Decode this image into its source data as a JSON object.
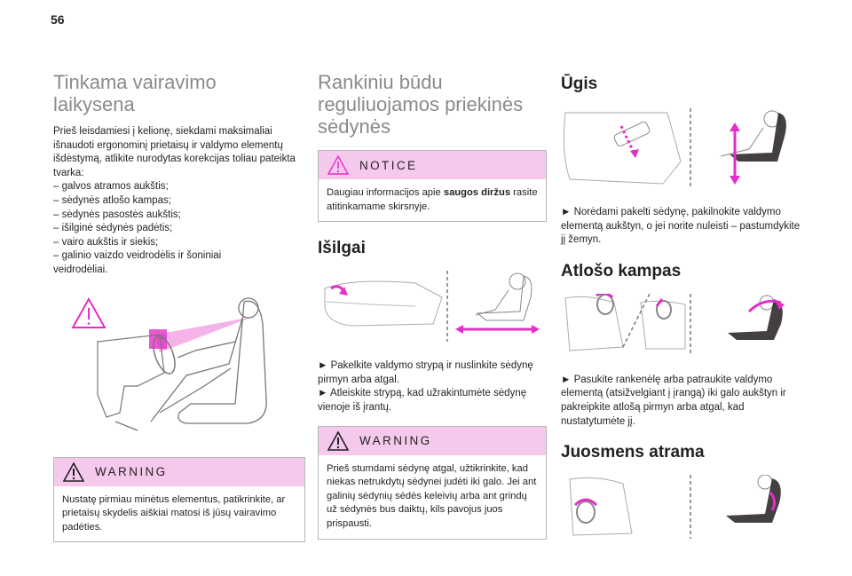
{
  "page": {
    "number": "56"
  },
  "col1": {
    "title_line1": "Tinkama vairavimo",
    "title_line2": "laikysena",
    "intro": "Prieš leisdamiesi į kelionę, siekdami maksimaliai išnaudoti ergonominį prietaisų ir valdymo elementų išdėstymą, atlikite nurodytas korekcijas toliau pateikta tvarka:",
    "items": [
      "– galvos atramos aukštis;",
      "– sėdynės atlošo kampas;",
      "– sėdynės pasostės aukštis;",
      "– išilginė sėdynės padėtis;",
      "– vairo aukštis ir siekis;",
      "– galinio vaizdo veidrodėlis ir šoniniai",
      "veidrodėliai."
    ],
    "warning": {
      "label": "WARNING",
      "text": "Nustatę pirmiau minėtus elementus, patikrinkite, ar prietaisų skydelis aiškiai matosi iš jūsų vairavimo padėties."
    }
  },
  "col2": {
    "title_line1": "Rankiniu būdu",
    "title_line2": "reguliuojamos priekinės",
    "title_line3": "sėdynės",
    "notice": {
      "label": "NOTICE",
      "text_prefix": "Daugiau informacijos apie ",
      "text_bold": "saugos diržus",
      "text_suffix": " rasite atitinkamame skirsnyje."
    },
    "section_title": "Išilgai",
    "steps": [
      "► Pakelkite valdymo strypą ir nuslinkite sėdynę pirmyn arba atgal.",
      "► Atleiskite strypą, kad užrakintumėte sėdynę vienoje iš įrantų."
    ],
    "warning": {
      "label": "WARNING",
      "text": "Prieš stumdami sėdynę atgal, užtikrinkite, kad niekas netrukdytų sėdynei judėti iki galo. Jei ant galinių sėdynių sėdės keleivių arba ant grindų už sėdynės bus daiktų, kils pavojus juos prispausti."
    }
  },
  "col3": {
    "height_title": "Ūgis",
    "height_text": "► Norėdami pakelti sėdynę, pakilnokite valdymo elementą aukštyn, o jei norite nuleisti – pastumdykite jį žemyn.",
    "backrest_title": "Atlošo kampas",
    "backrest_text": "► Pasukite rankenėlę arba patraukite valdymo elementą (atsižvelgiant į įrangą) iki galo aukštyn ir pakreipkite atlošą pirmyn arba atgal, kad nustatytumėte jį.",
    "lumbar_title": "Juosmens atrama"
  },
  "colors": {
    "accent": "#e52ec7",
    "box_header": "#f4c9ec",
    "title_gray": "#8a8a8a"
  }
}
